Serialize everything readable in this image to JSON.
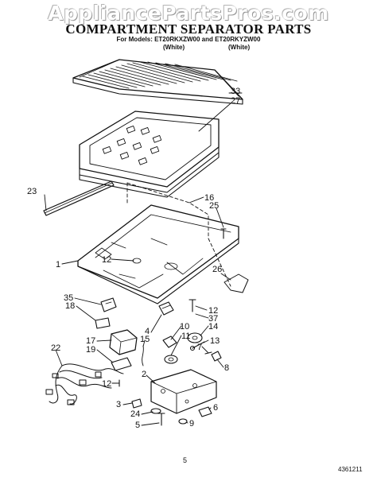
{
  "watermark": "AppliancePartsPros.com",
  "title": "COMPARTMENT SEPARATOR PARTS",
  "subtitle": "For Models: ET20RKXZW00 and ET20RKYZW00",
  "model_color_1": "(White)",
  "model_color_2": "(White)",
  "page_number": "5",
  "doc_code": "4361211",
  "callouts": {
    "c33": "33",
    "c27": "27",
    "c23": "23",
    "c16": "16",
    "c25": "25",
    "c1": "1",
    "c12a": "12",
    "c26": "26",
    "c35": "35",
    "c18": "18",
    "c12b": "12",
    "c37": "37",
    "c14": "14",
    "c4": "4",
    "c10": "10",
    "c11": "11",
    "c13": "13",
    "c15": "15",
    "c17": "17",
    "c19": "19",
    "c7": "7",
    "c8": "8",
    "c22": "22",
    "c2": "2",
    "c12c": "12",
    "c3": "3",
    "c24": "24",
    "c6": "6",
    "c5": "5",
    "c9": "9"
  }
}
